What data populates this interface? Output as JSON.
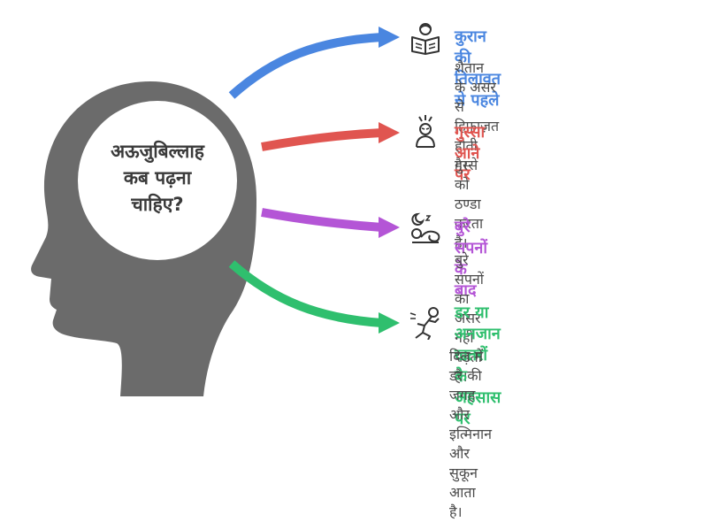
{
  "center": {
    "lines": [
      "अऊजुबिल्लाह",
      "कब पढ़ना",
      "चाहिए?"
    ]
  },
  "items": [
    {
      "title": "कुरान की तिलावत से पहले",
      "desc_lines": [
        "शैतान के असर से हिफ़ाज़त होती",
        "है।"
      ],
      "color": "#4a86e0",
      "icon": "reading-person-icon"
    },
    {
      "title": "गुस्सा आने पर",
      "desc_lines": [
        "गुस्से को ठण्डा करता है।"
      ],
      "color": "#e05550",
      "icon": "angry-person-icon"
    },
    {
      "title": "बुरे सपनों के बाद",
      "desc_lines": [
        "बुरे सपनों का असर नहीं पड़ता है।"
      ],
      "color": "#b455d6",
      "icon": "sleeping-person-icon"
    },
    {
      "title_lines": [
        "डर या अनजान खतरों के",
        "अहसास पर"
      ],
      "desc_lines": [
        "दिल में डर की जगह और इत्मिनान",
        "और सुकून आता है।"
      ],
      "color": "#2fbf6e",
      "icon": "scared-person-icon"
    }
  ],
  "colors": {
    "head": "#6b6b6b",
    "center_text": "#3a3a3a"
  }
}
